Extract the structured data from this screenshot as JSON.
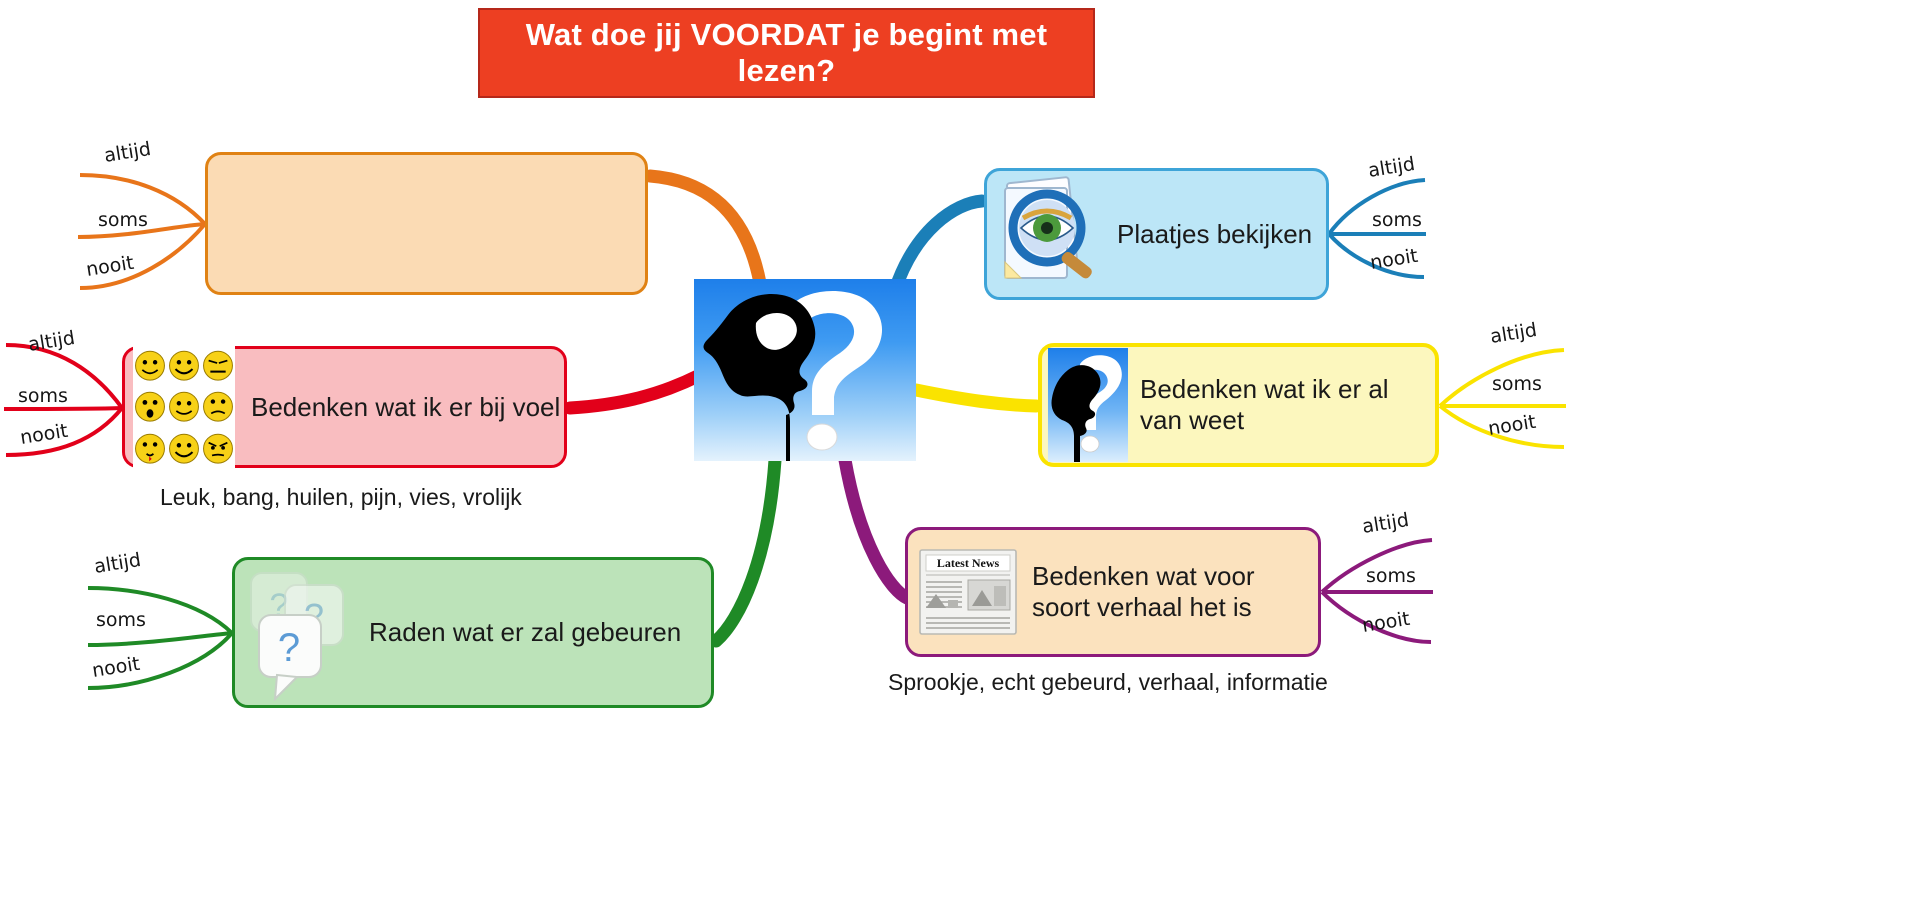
{
  "title": {
    "text": "Wat doe jij VOORDAT je begint met lezen?",
    "bg_color": "#ED3F22",
    "border_color": "#B5281A",
    "text_color": "#FFFFFF"
  },
  "central_node": {
    "icon": "thinking-head-question-mark-icon",
    "bg_gradient_from": "#1E7FEA",
    "bg_gradient_to": "#E4F2FD"
  },
  "rating_scale": [
    "altijd",
    "soms",
    "nooit"
  ],
  "branches": [
    {
      "id": "empty",
      "label": "",
      "caption": "",
      "side": "left",
      "color": "#E8751A",
      "fill": "#FBDBB4",
      "icon": ""
    },
    {
      "id": "feelings",
      "label": "Bedenken wat ik er bij voel",
      "caption": "Leuk, bang, huilen, pijn, vies, vrolijk",
      "side": "left",
      "color": "#E2001A",
      "fill": "#F9BDC0",
      "icon": "smiley-faces-grid-icon",
      "ratings": [
        "altijd",
        "soms",
        "nooit"
      ]
    },
    {
      "id": "predict",
      "label": "Raden wat er zal gebeuren",
      "caption": "",
      "side": "left",
      "color": "#1F8A26",
      "fill": "#BCE3B9",
      "icon": "speech-bubbles-question-icon",
      "ratings": [
        "altijd",
        "soms",
        "nooit"
      ]
    },
    {
      "id": "pictures",
      "label": "Plaatjes bekijken",
      "caption": "",
      "side": "right",
      "color": "#1B7FB8",
      "fill": "#BCE6F7",
      "icon": "magnifier-eye-document-icon",
      "ratings": [
        "altijd",
        "soms",
        "nooit"
      ]
    },
    {
      "id": "priorknowledge",
      "label": "Bedenken wat ik er al van weet",
      "caption": "",
      "side": "right",
      "color": "#FAE300",
      "fill": "#FCF7BE",
      "icon": "thinking-head-question-mark-icon",
      "ratings": [
        "altijd",
        "soms",
        "nooit"
      ]
    },
    {
      "id": "texttype",
      "label": "Bedenken wat voor soort verhaal het is",
      "caption": "Sprookje, echt gebeurd, verhaal, informatie",
      "side": "right",
      "color": "#8C1A7B",
      "fill": "#FBE2BE",
      "icon": "newspaper-latest-news-icon",
      "ratings": [
        "altijd",
        "soms",
        "nooit"
      ]
    }
  ],
  "newspaper": {
    "headline": "Latest News"
  },
  "labels": {
    "orange_ratings": [
      "altijd",
      "soms",
      "nooit"
    ],
    "feelings_ratings": [
      "altijd",
      "soms",
      "nooit"
    ],
    "predict_ratings": [
      "altijd",
      "soms",
      "nooit"
    ],
    "pictures_ratings": [
      "altijd",
      "soms",
      "nooit"
    ],
    "prior_ratings": [
      "altijd",
      "soms",
      "nooit"
    ],
    "texttype_ratings": [
      "altijd",
      "soms",
      "nooit"
    ]
  }
}
